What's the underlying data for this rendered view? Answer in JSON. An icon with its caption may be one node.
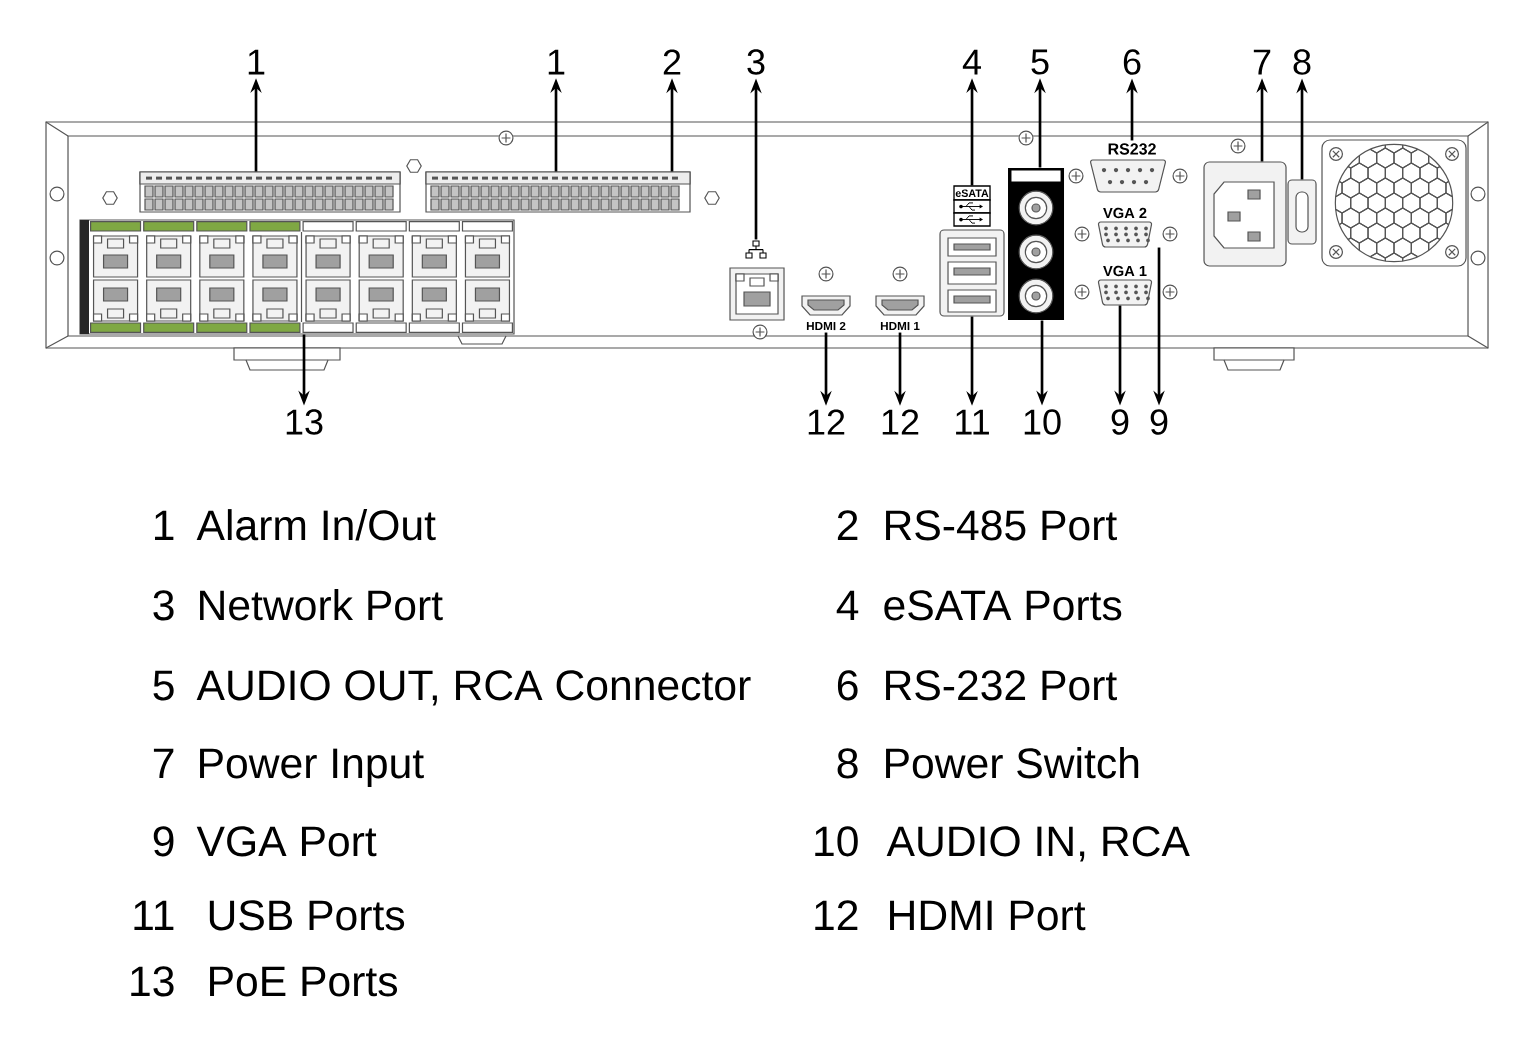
{
  "diagram": {
    "nodes": [
      {
        "text": [
          "1"
        ]
      },
      {
        "text": [
          "1"
        ]
      },
      {
        "text": [
          "2"
        ]
      },
      {
        "text": [
          "3"
        ]
      },
      {
        "text": [
          "4"
        ]
      },
      {
        "text": [
          "5"
        ]
      },
      {
        "text": [
          "6"
        ]
      },
      {
        "text": [
          "7"
        ]
      },
      {
        "text": [
          "8"
        ]
      },
      {
        "text": [],
        "shape": "picture"
      },
      {
        "text": [],
        "shape": "picture"
      },
      {
        "text": [
          "RS232"
        ]
      },
      {
        "text": [
          "eSATA"
        ]
      },
      {
        "text": [],
        "shape": "picture"
      },
      {
        "text": [],
        "shape": "picture"
      },
      {
        "text": [],
        "shape": "picture"
      },
      {
        "text": [
          "VGA 2"
        ]
      },
      {
        "text": [],
        "shape": "picture"
      },
      {
        "text": [],
        "shape": "picture"
      },
      {
        "text": [],
        "shape": "picture"
      },
      {
        "text": [
          "VGA 1"
        ]
      },
      {
        "text": [
          "HDMI 2"
        ]
      },
      {
        "text": [
          "HDMI 1"
        ]
      },
      {
        "text": [
          "13"
        ]
      },
      {
        "text": [
          "12"
        ]
      },
      {
        "text": [
          "12"
        ]
      },
      {
        "text": [
          "11"
        ]
      },
      {
        "text": [
          "10"
        ]
      },
      {
        "text": [
          "9"
        ]
      },
      {
        "text": [
          "9"
        ]
      }
    ],
    "edges": [
      {
        "from": 9,
        "to": 0,
        "arrow": "to"
      },
      {
        "from": 10,
        "to": 1,
        "arrow": "to"
      },
      {
        "from": 10,
        "to": 2,
        "arrow": "to"
      },
      {
        "from": 18,
        "to": 3,
        "arrow": "to"
      },
      {
        "from": 12,
        "to": 4,
        "arrow": "to"
      },
      {
        "from": 13,
        "to": 5,
        "arrow": "to"
      },
      {
        "from": 11,
        "to": 6,
        "arrow": "to"
      },
      {
        "from": 14,
        "to": 7,
        "arrow": "to"
      },
      {
        "from": 15,
        "to": 8,
        "arrow": "to"
      },
      {
        "from": 17,
        "to": 23,
        "arrow": "to"
      },
      {
        "from": 21,
        "to": 24,
        "arrow": "to"
      },
      {
        "from": 22,
        "to": 25,
        "arrow": "to"
      },
      {
        "from": 19,
        "to": 26,
        "arrow": "to"
      },
      {
        "from": 13,
        "to": 27,
        "arrow": "to"
      },
      {
        "from": 20,
        "to": 28,
        "arrow": "to"
      },
      {
        "from": 16,
        "to": 29,
        "arrow": "to"
      }
    ],
    "labels": [
      "1",
      "Alarm In/Out",
      "2",
      "RS-485 Port",
      "3",
      "Network Port",
      "4",
      "eSATA Ports",
      "5",
      "AUDIO OUT, RCA Connector",
      "6",
      "RS-232 Port",
      "7",
      "Power Input",
      "8",
      "Power Switch",
      "9",
      "VGA Port",
      "10",
      "AUDIO IN, RCA",
      "11",
      "USB Ports",
      "12",
      "HDMI Port",
      "13",
      "PoE Ports"
    ]
  }
}
